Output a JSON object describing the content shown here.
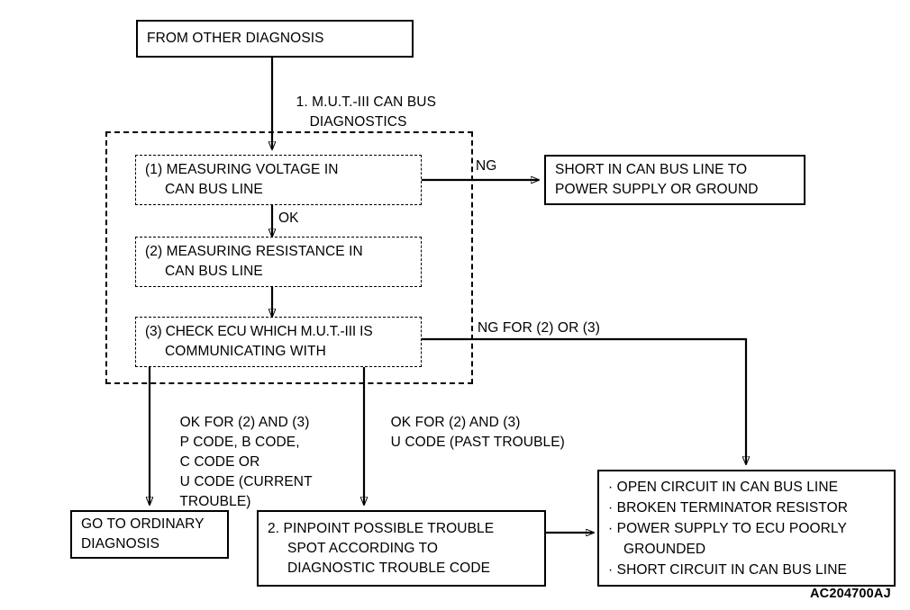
{
  "diagram": {
    "title": "CAN Bus Diagnostic Flowchart",
    "code": "AC204700AJ",
    "nodes": {
      "from_other_diagnosis": {
        "line1": "FROM OTHER DIAGNOSIS"
      },
      "step1": {
        "line1": "(1) MEASURING VOLTAGE IN",
        "line2": "CAN BUS LINE"
      },
      "step2": {
        "line1": "(2) MEASURING RESISTANCE IN",
        "line2": "CAN BUS LINE"
      },
      "step3": {
        "line1": "(3) CHECK ECU WHICH M.U.T.-III IS",
        "line2": "COMMUNICATING WITH"
      },
      "short_in_can_bus": {
        "line1": "SHORT IN CAN BUS LINE TO",
        "line2": "POWER SUPPLY OR GROUND"
      },
      "go_to_ordinary": {
        "line1": "GO TO ORDINARY",
        "line2": "DIAGNOSIS"
      },
      "pinpoint": {
        "line1": "2. PINPOINT POSSIBLE TROUBLE",
        "line2": "SPOT ACCORDING TO",
        "line3": "DIAGNOSTIC TROUBLE CODE"
      },
      "causes": {
        "line1": "· OPEN CIRCUIT IN CAN BUS LINE",
        "line2": "· BROKEN TERMINATOR RESISTOR",
        "line3": "· POWER SUPPLY TO ECU POORLY",
        "line4": "GROUNDED",
        "line5": "· SHORT CIRCUIT IN CAN BUS LINE"
      }
    },
    "labels": {
      "mut_can_bus_diag_l1": "1. M.U.T.-III CAN BUS",
      "mut_can_bus_diag_l2": "DIAGNOSTICS",
      "ng_step1": "NG",
      "ok_step1_to_step2": "OK",
      "ng_for_2_or_3": "NG FOR (2) OR (3)",
      "ok_left_l1": "OK FOR (2) AND (3)",
      "ok_left_l2": "P CODE, B CODE,",
      "ok_left_l3": "C CODE OR",
      "ok_left_l4": "U CODE (CURRENT",
      "ok_left_l5": "TROUBLE)",
      "ok_mid_l1": "OK FOR (2) AND (3)",
      "ok_mid_l2": "U CODE (PAST TROUBLE)"
    },
    "colors": {
      "stroke": "#000000",
      "background": "#ffffff"
    }
  }
}
